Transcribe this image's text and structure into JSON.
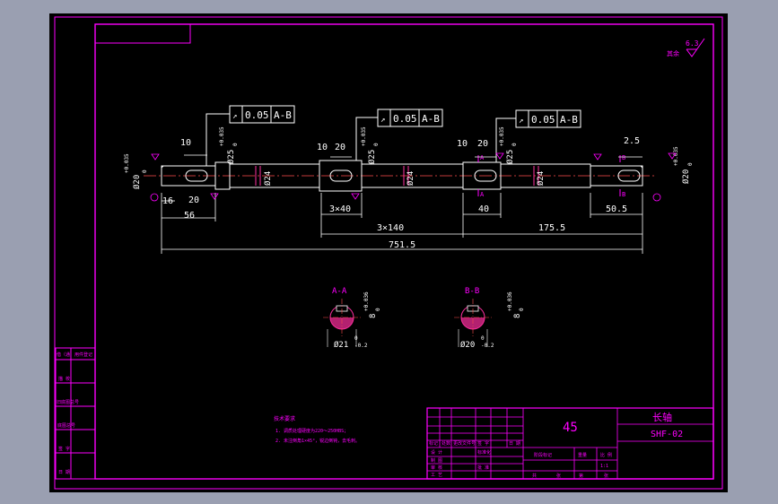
{
  "colors": {
    "background": "#000000",
    "frame": "#ff00ff",
    "geometry": "#ffffff",
    "dimension": "#ffffff",
    "centerline": "#ff4d4d",
    "hatch": "#ff2fa0",
    "window_bg": "#9a9fb1"
  },
  "roughness": {
    "label": "其余",
    "value": "6.3"
  },
  "tolerance_frames": [
    {
      "symbol": "↗",
      "value": "0.05",
      "datum": "A-B"
    },
    {
      "symbol": "↗",
      "value": "0.05",
      "datum": "A-B"
    },
    {
      "symbol": "↗",
      "value": "0.05",
      "datum": "A-B"
    }
  ],
  "dimensions": {
    "d10_a": "10",
    "d10_b": "10",
    "d10_c": "10",
    "d20_a": "20",
    "d20_b": "20",
    "d20_c": "20",
    "d2_5": "2.5",
    "d16": "16",
    "d56": "56",
    "d3x40": "3×40",
    "d40": "40",
    "d50_5": "50.5",
    "d3x140": "3×140",
    "d175_5": "175.5",
    "d751_5": "751.5",
    "dia20_left": "Ø20",
    "dia20_left_tol": "+0.035",
    "dia20_left_tol2": "0",
    "dia25_a": "Ø25",
    "dia25_a_tol": "+0.035",
    "dia25_a_tol2": "0",
    "dia24_a": "Ø24",
    "dia25_b": "Ø25",
    "dia25_b_tol": "+0.035",
    "dia25_b_tol2": "0",
    "dia24_b": "Ø24",
    "dia25_c": "Ø25",
    "dia25_c_tol": "+0.035",
    "dia25_c_tol2": "0",
    "dia24_c": "Ø24",
    "dia20_right": "Ø20",
    "dia20_right_tol": "+0.035",
    "dia20_right_tol2": "0"
  },
  "markers": {
    "a": "A",
    "b": "B"
  },
  "sections": [
    {
      "title": "A-A",
      "dia": "Ø21",
      "dia_tol": "-0.2",
      "dia_tol2": "0",
      "key": "8",
      "key_tol": "+0.036",
      "key_tol2": "0"
    },
    {
      "title": "B-B",
      "dia": "Ø20",
      "dia_tol": "-0.2",
      "dia_tol2": "0",
      "key": "8",
      "key_tol": "+0.036",
      "key_tol2": "0"
    }
  ],
  "notes": {
    "title": "技术要求",
    "line1": "1. 调质处理硬度为220～250HBS；",
    "line2": "2. 未注倒角1×45°，锐边倒钝，去毛刺。"
  },
  "side_table": [
    "借（通）用件登记",
    "描 校",
    "旧底图总号",
    "底图总号",
    "签 字",
    "日 期"
  ],
  "title_block": {
    "material": "45",
    "part_name": "长轴",
    "drawing_no": "SHF-02",
    "row_labels": [
      "设 计",
      "制 图",
      "审 核",
      "工 艺"
    ],
    "header_labels": [
      "标记",
      "处数",
      "更改文件号",
      "签 字",
      "日 期"
    ],
    "mid_labels": [
      "标准化",
      "",
      "批 准",
      ""
    ],
    "stage_label": "阶段标记",
    "weight_label": "重量",
    "scale_label": "比 例",
    "scale_value": "1:1",
    "sheet_labels": [
      "共",
      "张",
      "第",
      "张"
    ]
  }
}
